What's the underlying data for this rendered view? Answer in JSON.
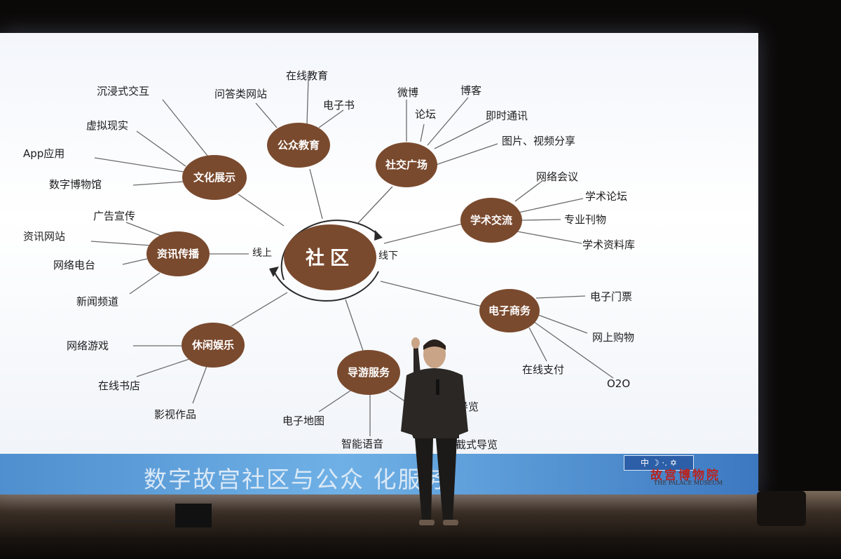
{
  "slide": {
    "center": "社区",
    "arc_online": "线上",
    "arc_offline": "线下",
    "groups": [
      {
        "key": "culture",
        "label": "文化展示",
        "leaves": [
          "沉浸式交互",
          "虚拟现实",
          "App应用",
          "数字博物馆"
        ]
      },
      {
        "key": "education",
        "label": "公众教育",
        "leaves": [
          "在线教育",
          "问答类网站",
          "电子书"
        ]
      },
      {
        "key": "social",
        "label": "社交广场",
        "leaves": [
          "微博",
          "博客",
          "论坛",
          "即时通讯",
          "图片、视频分享"
        ]
      },
      {
        "key": "academic",
        "label": "学术交流",
        "leaves": [
          "网络会议",
          "学术论坛",
          "专业刊物",
          "学术资料库"
        ]
      },
      {
        "key": "news",
        "label": "资讯传播",
        "leaves": [
          "广告宣传",
          "资讯网站",
          "网络电台",
          "新闻频道"
        ]
      },
      {
        "key": "commerce",
        "label": "电子商务",
        "leaves": [
          "电子门票",
          "网上购物",
          "在线支付",
          "O2O"
        ]
      },
      {
        "key": "leisure",
        "label": "休闲娱乐",
        "leaves": [
          "网络游戏",
          "在线书店",
          "影视作品"
        ]
      },
      {
        "key": "guide",
        "label": "导游服务",
        "leaves": [
          "电子地图",
          "智能语音",
          "导览",
          "截式导览"
        ]
      }
    ],
    "banner_title": "数字故宫社区与公众  化服务",
    "logo_strip": "中 ☽ ·. ✡",
    "logo_title": "故宫博物院",
    "logo_subtitle": "THE PALACE MUSEUM"
  },
  "colors": {
    "node_fill": "#7a4a2e",
    "node_fill_dark": "#5e3720",
    "line": "#6b6b6b",
    "banner": "#5a9ad8",
    "screen": "#f4f7fb"
  },
  "scene": {
    "speaker": "man in dark jacket holding microphone",
    "stage": "dark stage floor with reflections"
  }
}
